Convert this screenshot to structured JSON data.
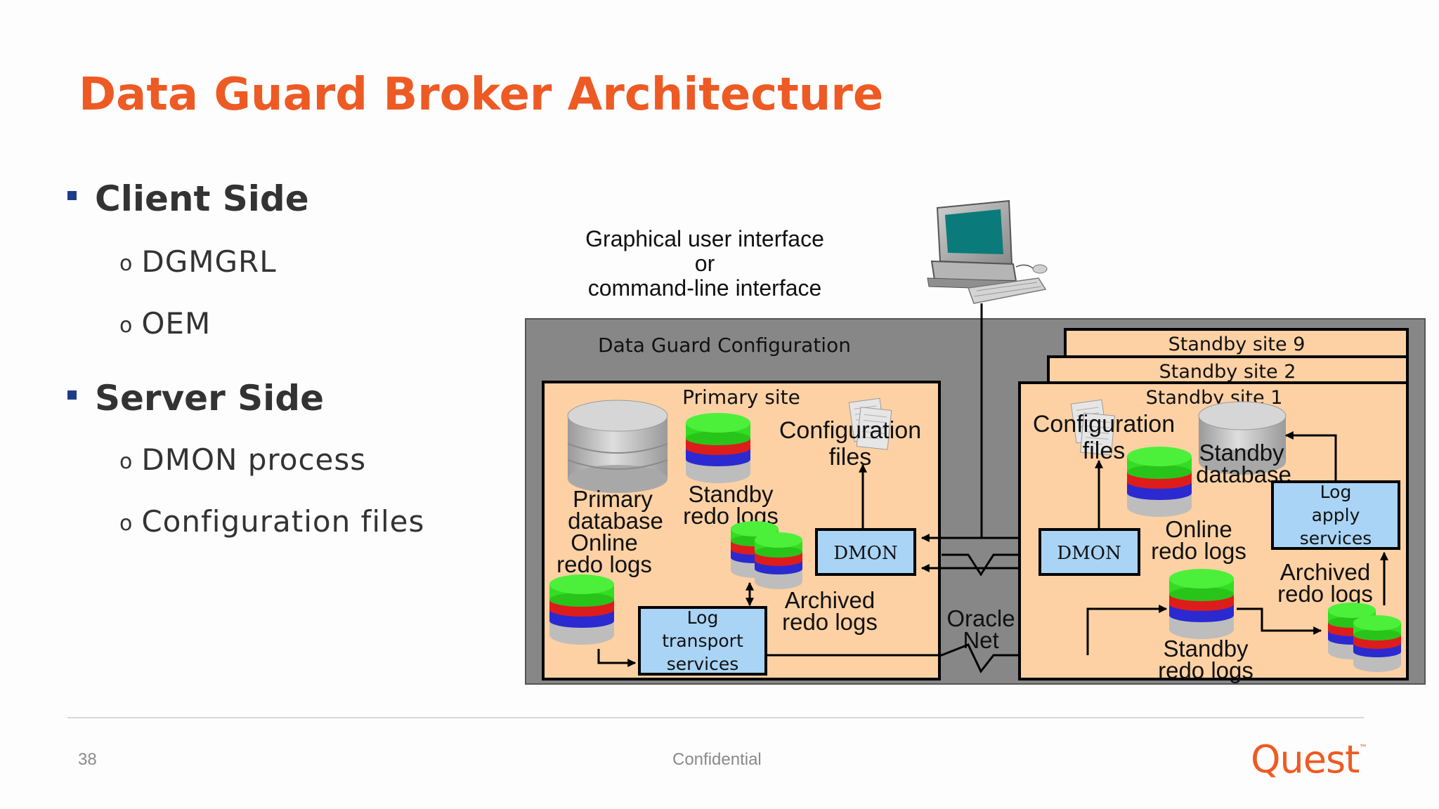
{
  "slide": {
    "title": "Data Guard Broker Architecture",
    "bullets": [
      {
        "label": "Client Side",
        "items": [
          "DGMGRL",
          "OEM"
        ]
      },
      {
        "label": "Server Side",
        "items": [
          "DMON process",
          "Configuration files"
        ]
      }
    ],
    "footer": {
      "page_number": "38",
      "confidential": "Confidential",
      "logo": "Quest"
    }
  },
  "diagram": {
    "ui_caption": [
      "Graphical user interface",
      "or",
      "command-line interface"
    ],
    "config_label": "Data Guard Configuration",
    "primary": {
      "site_label": "Primary site",
      "config_files": [
        "Configuration",
        "files"
      ],
      "primary_db": [
        "Primary",
        "database"
      ],
      "standby_redo": [
        "Standby",
        "redo logs"
      ],
      "online_redo": [
        "Online",
        "redo logs"
      ],
      "dmon": "DMON",
      "archived": [
        "Archived",
        "redo logs"
      ],
      "log_transport": [
        "Log",
        "transport",
        "services"
      ]
    },
    "network": [
      "Oracle",
      "Net"
    ],
    "standby": {
      "site_labels": [
        "Standby site 9",
        "Standby site 2",
        "Standby site 1"
      ],
      "config_files": [
        "Configuration",
        "files"
      ],
      "standby_db": [
        "Standby",
        "database"
      ],
      "dmon": "DMON",
      "online_redo": [
        "Online",
        "redo logs"
      ],
      "log_apply": [
        "Log",
        "apply",
        "services"
      ],
      "archived": [
        "Archived",
        "redo logs"
      ],
      "standby_redo": [
        "Standby",
        "redo logs"
      ]
    },
    "colors": {
      "site_fill": "#fdd1a4",
      "box_fill": "#a9d4f5",
      "config_fill": "#878787",
      "green": "#33dd22",
      "red": "#dd1c1c",
      "blue": "#2a2ad0"
    }
  }
}
